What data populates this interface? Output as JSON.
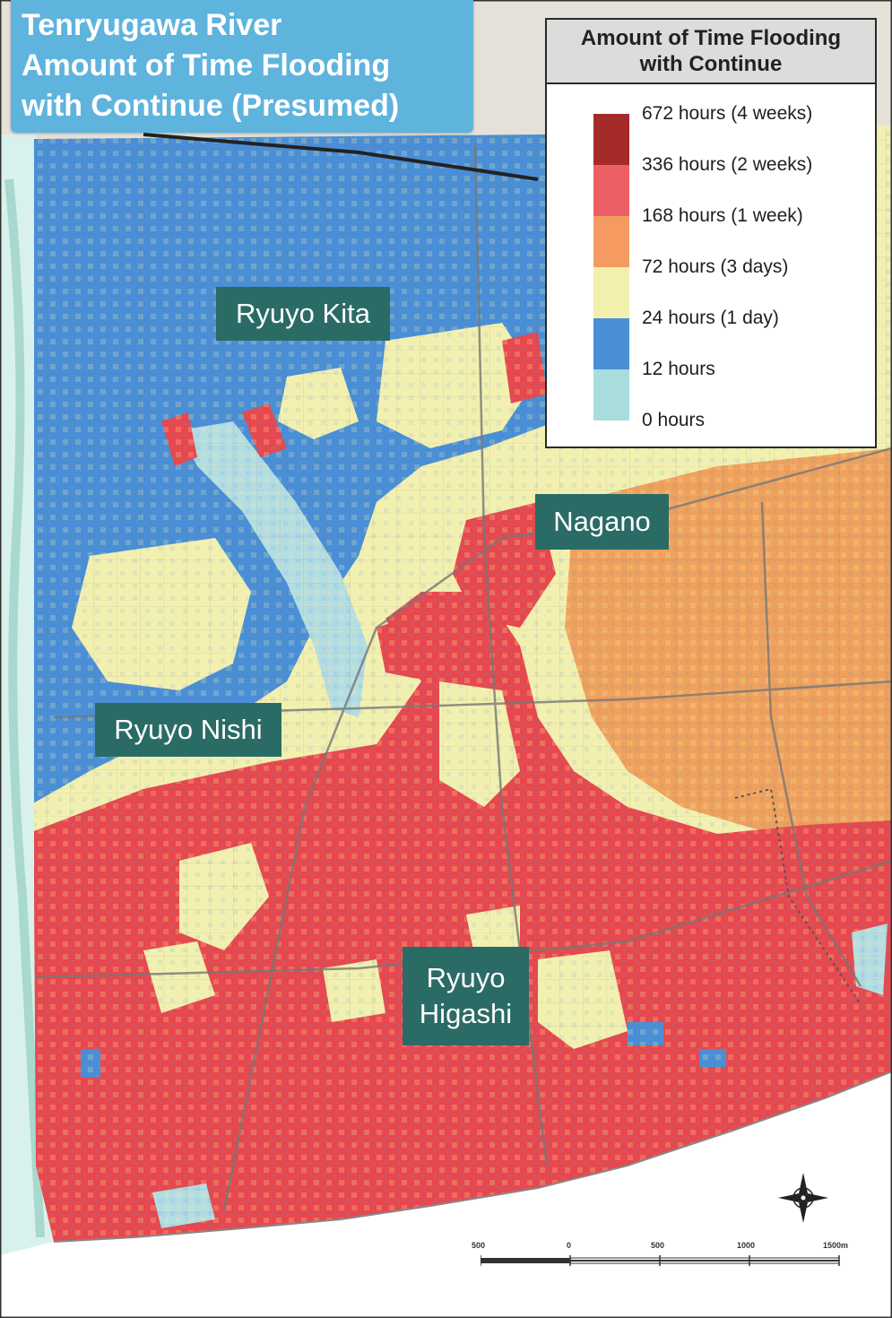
{
  "title": {
    "line1": "Tenryugawa River",
    "line2": "Amount of Time Flooding",
    "line3": "with Continue (Presumed)"
  },
  "legend": {
    "title_line1": "Amount of Time Flooding",
    "title_line2": "with Continue",
    "items": [
      {
        "label": "672 hours (4 weeks)",
        "color": "#a52a2a"
      },
      {
        "label": "336 hours (2 weeks)",
        "color": "#ec5f64"
      },
      {
        "label": "168 hours (1 week)",
        "color": "#f59b62"
      },
      {
        "label": "72 hours (3 days)",
        "color": "#f2f0ad"
      },
      {
        "label": "24 hours (1 day)",
        "color": "#4a8fd6"
      },
      {
        "label": "12 hours",
        "color": "#a9dcdc"
      },
      {
        "label": "0 hours",
        "color": ""
      }
    ]
  },
  "areas": [
    {
      "id": "ryuyo-kita",
      "label": "Ryuyo Kita"
    },
    {
      "id": "nagano",
      "label": "Nagano"
    },
    {
      "id": "ryuyo-nishi",
      "label": "Ryuyo Nishi"
    },
    {
      "id": "ryuyo-higashi",
      "label_line1": "Ryuyo",
      "label_line2": "Higashi"
    }
  ],
  "scale": {
    "ticks": [
      "500",
      "0",
      "500",
      "1000",
      "1500m"
    ]
  },
  "colors": {
    "red": "#e8484d",
    "dark_red": "#a52a2a",
    "orange": "#f0a15c",
    "yellow": "#f2f0b0",
    "blue": "#4a8fd6",
    "light_blue": "#b3dde2",
    "river": "#cfeee8",
    "road": "#888888",
    "title_bg": "#5fb4dd",
    "label_bg": "#2b6b66"
  },
  "icons": {
    "compass": "compass-rose-icon"
  }
}
